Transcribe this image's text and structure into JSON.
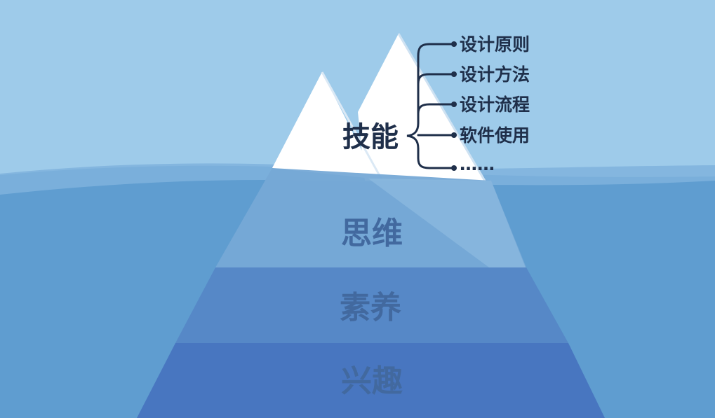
{
  "diagram": {
    "top_label": "技能",
    "skill_items": [
      "设计原则",
      "设计方法",
      "设计流程",
      "软件使用",
      "……"
    ],
    "layers": [
      "思维",
      "素养",
      "兴趣"
    ]
  },
  "colors": {
    "sky": "#9ecbea",
    "water": "#5f9dd0",
    "wave": "#7fb3dd",
    "ice_above": "#ffffff",
    "layer_1": "#76a9d6",
    "layer_2": "#5688c7",
    "layer_3": "#4876c0",
    "layer_text": "#42699f",
    "skill_text": "#1f2f4a"
  }
}
